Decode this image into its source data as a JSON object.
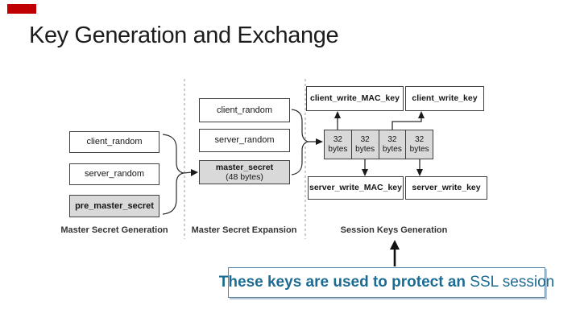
{
  "slide": {
    "title": "Key Generation and Exchange"
  },
  "sections": {
    "generation": {
      "label": "Master Secret Generation",
      "boxes": [
        {
          "label": "client_random"
        },
        {
          "label": "server_random"
        },
        {
          "label": "pre_master_secret"
        }
      ]
    },
    "expansion": {
      "label": "Master Secret Expansion",
      "boxes": [
        {
          "label": "client_random"
        },
        {
          "label": "server_random"
        },
        {
          "label": "master_secret",
          "sub": "(48 bytes)"
        }
      ]
    },
    "session": {
      "label": "Session Keys Generation",
      "top_boxes": [
        {
          "label": "client_write_MAC_key"
        },
        {
          "label": "client_write_key"
        }
      ],
      "byte_cells": [
        {
          "value": "32",
          "unit": "bytes"
        },
        {
          "value": "32",
          "unit": "bytes"
        },
        {
          "value": "32",
          "unit": "bytes"
        },
        {
          "value": "32",
          "unit": "bytes"
        }
      ],
      "bottom_boxes": [
        {
          "label": "server_write_MAC_key"
        },
        {
          "label": "server_write_key"
        }
      ]
    }
  },
  "callout": {
    "bold_text": "These keys are used to protect an",
    "regular_text": " SSL session"
  },
  "colors": {
    "accent_bar": "#c00000",
    "callout_text": "#1c6b93",
    "box_gray": "#d9d9d9"
  }
}
